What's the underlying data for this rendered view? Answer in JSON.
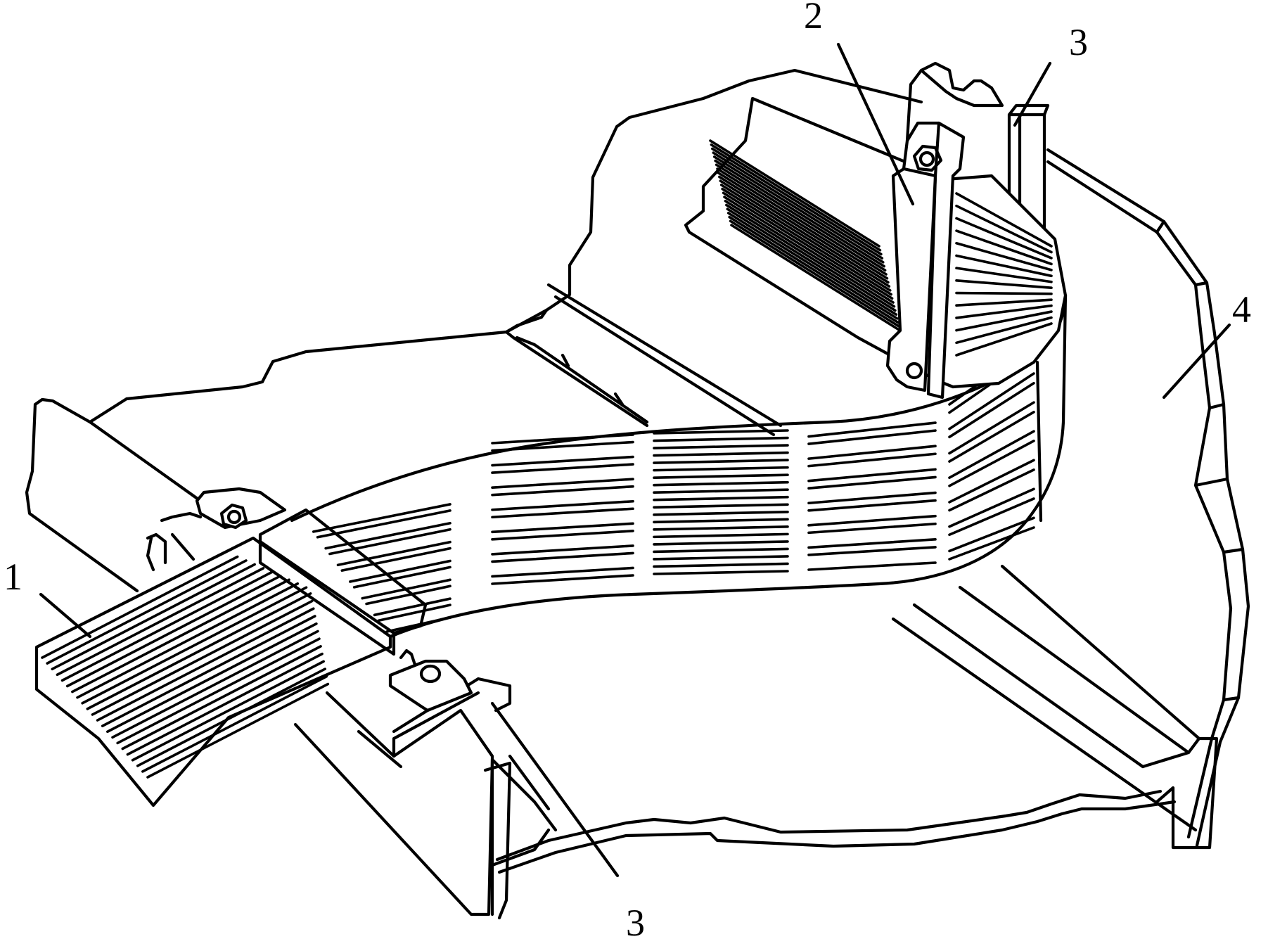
{
  "labels": {
    "one": "1",
    "two": "2",
    "three_top": "3",
    "three_bottom": "3",
    "four": "4"
  },
  "colors": {
    "stroke": "#000000",
    "background": "#ffffff"
  },
  "icons": [
    "hex-bolt-icon",
    "hex-bolt-icon",
    "bolt-hole-icon"
  ]
}
